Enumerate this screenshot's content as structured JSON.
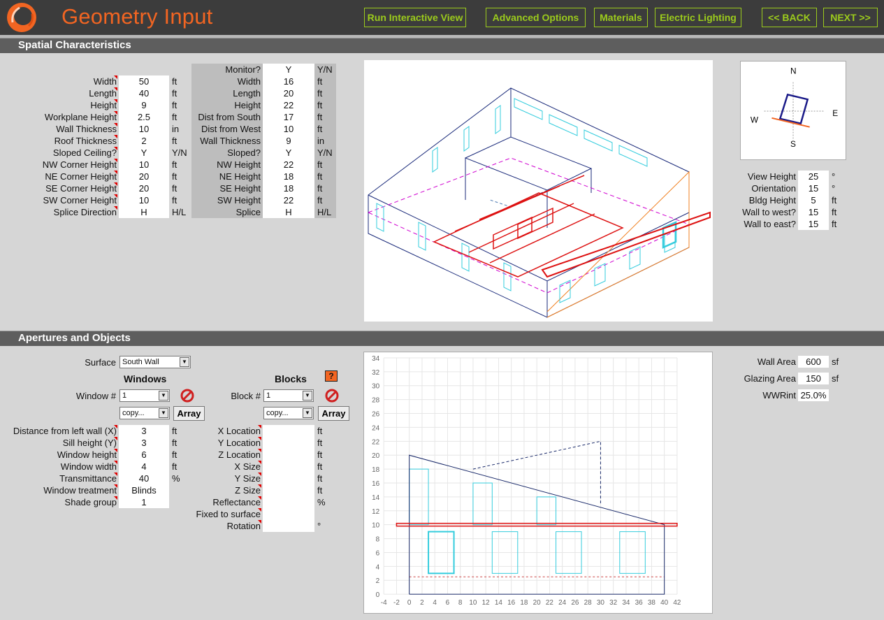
{
  "header": {
    "title": "Geometry Input",
    "buttons": {
      "run_interactive": "Run Interactive View",
      "advanced": "Advanced Options",
      "materials": "Materials",
      "electric_lighting": "Electric Lighting",
      "back": "<< BACK",
      "next": "NEXT >>"
    }
  },
  "colors": {
    "accent_orange": "#f26522",
    "button_green": "#9ccc1c",
    "topbar": "#3c3c3c",
    "section_header": "#5e5e5e"
  },
  "spatial": {
    "section_title": "Spatial Characteristics",
    "building": [
      {
        "label": "Width",
        "value": "50",
        "unit": "ft"
      },
      {
        "label": "Length",
        "value": "40",
        "unit": "ft"
      },
      {
        "label": "Height",
        "value": "9",
        "unit": "ft"
      },
      {
        "label": "Workplane Height",
        "value": "2.5",
        "unit": "ft"
      },
      {
        "label": "Wall Thickness",
        "value": "10",
        "unit": "in"
      },
      {
        "label": "Roof Thickness",
        "value": "2",
        "unit": "ft"
      },
      {
        "label": "Sloped Ceiling?",
        "value": "Y",
        "unit": "Y/N"
      },
      {
        "label": "NW Corner Height",
        "value": "10",
        "unit": "ft"
      },
      {
        "label": "NE Corner Height",
        "value": "20",
        "unit": "ft"
      },
      {
        "label": "SE Corner Height",
        "value": "20",
        "unit": "ft"
      },
      {
        "label": "SW Corner Height",
        "value": "10",
        "unit": "ft"
      },
      {
        "label": "Splice Direction",
        "value": "H",
        "unit": "H/L"
      }
    ],
    "monitor": [
      {
        "label": "Monitor?",
        "value": "Y",
        "unit": "Y/N"
      },
      {
        "label": "Width",
        "value": "16",
        "unit": "ft"
      },
      {
        "label": "Length",
        "value": "20",
        "unit": "ft"
      },
      {
        "label": "Height",
        "value": "22",
        "unit": "ft"
      },
      {
        "label": "Dist from South",
        "value": "17",
        "unit": "ft"
      },
      {
        "label": "Dist from West",
        "value": "10",
        "unit": "ft"
      },
      {
        "label": "Wall Thickness",
        "value": "9",
        "unit": "in"
      },
      {
        "label": "Sloped?",
        "value": "Y",
        "unit": "Y/N"
      },
      {
        "label": "NW Height",
        "value": "22",
        "unit": "ft"
      },
      {
        "label": "NE Height",
        "value": "18",
        "unit": "ft"
      },
      {
        "label": "SE Height",
        "value": "18",
        "unit": "ft"
      },
      {
        "label": "SW Height",
        "value": "22",
        "unit": "ft"
      },
      {
        "label": "Splice",
        "value": "H",
        "unit": "H/L"
      }
    ],
    "view": [
      {
        "label": "View Height",
        "value": "25",
        "unit": "°"
      },
      {
        "label": "Orientation",
        "value": "15",
        "unit": "°"
      },
      {
        "label": "Bldg Height",
        "value": "5",
        "unit": "ft"
      },
      {
        "label": "Wall to west?",
        "value": "15",
        "unit": "ft"
      },
      {
        "label": "Wall to east?",
        "value": "15",
        "unit": "ft"
      }
    ],
    "compass": {
      "n": "N",
      "e": "E",
      "s": "S",
      "w": "W",
      "orientation_deg": 15
    }
  },
  "apertures": {
    "section_title": "Apertures and Objects",
    "surface_label": "Surface",
    "surface_value": "South Wall",
    "windows_title": "Windows",
    "blocks_title": "Blocks",
    "help": "?",
    "window_num_label": "Window #",
    "window_num": "1",
    "block_num_label": "Block #",
    "block_num": "1",
    "copy_placeholder": "copy...",
    "array_label": "Array",
    "windows": [
      {
        "label": "Distance from left wall (X)",
        "value": "3",
        "unit": "ft"
      },
      {
        "label": "Sill height (Y)",
        "value": "3",
        "unit": "ft"
      },
      {
        "label": "Window height",
        "value": "6",
        "unit": "ft"
      },
      {
        "label": "Window width",
        "value": "4",
        "unit": "ft"
      },
      {
        "label": "Transmittance",
        "value": "40",
        "unit": "%"
      },
      {
        "label": "Window treatment",
        "value": "Blinds",
        "unit": ""
      },
      {
        "label": "Shade group",
        "value": "1",
        "unit": ""
      }
    ],
    "blocks": [
      {
        "label": "X Location",
        "value": "",
        "unit": "ft"
      },
      {
        "label": "Y Location",
        "value": "",
        "unit": "ft"
      },
      {
        "label": "Z Location",
        "value": "",
        "unit": "ft"
      },
      {
        "label": "X Size",
        "value": "",
        "unit": "ft"
      },
      {
        "label": "Y Size",
        "value": "",
        "unit": "ft"
      },
      {
        "label": "Z Size",
        "value": "",
        "unit": "ft"
      },
      {
        "label": "Reflectance",
        "value": "",
        "unit": "%"
      },
      {
        "label": "Fixed to surface",
        "value": "",
        "unit": ""
      },
      {
        "label": "Rotation",
        "value": "",
        "unit": "°"
      }
    ],
    "summary": [
      {
        "label": "Wall Area",
        "value": "600",
        "unit": "sf"
      },
      {
        "label": "Glazing Area",
        "value": "150",
        "unit": "sf"
      },
      {
        "label": "WWRint",
        "value": "25.0%",
        "unit": ""
      }
    ]
  },
  "chart_data": {
    "type": "elevation",
    "xlim": [
      -4,
      42
    ],
    "ylim": [
      0,
      34
    ],
    "x_ticks": [
      "-4",
      "-2",
      "0",
      "2",
      "4",
      "6",
      "8",
      "10",
      "12",
      "14",
      "16",
      "18",
      "20",
      "22",
      "24",
      "26",
      "28",
      "30",
      "32",
      "34",
      "36",
      "38",
      "40",
      "42"
    ],
    "y_ticks": [
      "0",
      "2",
      "4",
      "6",
      "8",
      "10",
      "12",
      "14",
      "16",
      "18",
      "20",
      "22",
      "24",
      "26",
      "28",
      "30",
      "32",
      "34"
    ],
    "grid": true,
    "wall_outline": [
      [
        0,
        0
      ],
      [
        0,
        20
      ],
      [
        40,
        10
      ],
      [
        40,
        0
      ],
      [
        0,
        0
      ]
    ],
    "monitor_dashed": [
      [
        10,
        18
      ],
      [
        30,
        22
      ],
      [
        30,
        13
      ]
    ],
    "workplane_height": 2.5,
    "red_band": {
      "x": [
        -2,
        42
      ],
      "y": 10
    },
    "windows_lower": [
      {
        "x": 3,
        "y": 3,
        "w": 4,
        "h": 6,
        "selected": true
      },
      {
        "x": 13,
        "y": 3,
        "w": 4,
        "h": 6
      },
      {
        "x": 23,
        "y": 3,
        "w": 4,
        "h": 6
      },
      {
        "x": 33,
        "y": 3,
        "w": 4,
        "h": 6
      }
    ],
    "windows_upper": [
      {
        "x": 0,
        "y": 10,
        "w": 3,
        "h": 8
      },
      {
        "x": 10,
        "y": 10,
        "w": 3,
        "h": 6
      },
      {
        "x": 20,
        "y": 10,
        "w": 3,
        "h": 4
      }
    ]
  }
}
